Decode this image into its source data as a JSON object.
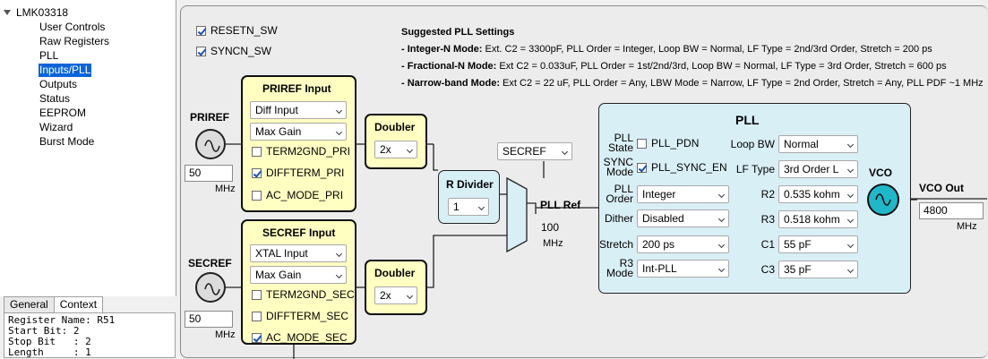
{
  "tree": {
    "root": "LMK03318",
    "items": [
      "User Controls",
      "Raw Registers",
      "PLL",
      "Inputs/PLL",
      "Outputs",
      "Status",
      "EEPROM",
      "Wizard",
      "Burst Mode"
    ],
    "selected": "Inputs/PLL"
  },
  "tabs": [
    "General",
    "Context"
  ],
  "context_lines": [
    "Register Name: R51",
    "Start Bit: 2",
    "Stop Bit   : 2",
    "Length     : 1"
  ],
  "top_checks": {
    "resetn": "RESETN_SW",
    "syncn": "SYNCN_SW"
  },
  "settings": {
    "title": "Suggested PLL Settings",
    "lines": [
      {
        "mode": "- Integer-N Mode:",
        "text": " Ext. C2 = 3300pF, PLL Order = Integer, Loop BW = Normal, LF Type = 2nd/3rd Order, Stretch = 200 ps"
      },
      {
        "mode": "- Fractional-N Mode:",
        "text": " Ext C2 = 0.033uF, PLL Order = 1st/2nd/3rd, Loop BW = Normal, LF Type = 3rd Order, Stretch = 600 ps"
      },
      {
        "mode": "- Narrow-band Mode:",
        "text": " Ext C2 = 22 uF, PLL Order = Any, LBW Mode = Narrow, LF Type = 2nd Order, Stretch = Any, PLL PDF ~1 MHz"
      }
    ]
  },
  "priref": {
    "label": "PRIREF",
    "title": "PRIREF Input",
    "freq": "50",
    "unit": "MHz",
    "type": "Diff Input",
    "gain": "Max Gain",
    "checks": [
      {
        "label": "TERM2GND_PRI",
        "checked": false
      },
      {
        "label": "DIFFTERM_PRI",
        "checked": true
      },
      {
        "label": "AC_MODE_PRI",
        "checked": false
      }
    ]
  },
  "secref": {
    "label": "SECREF",
    "title": "SECREF Input",
    "freq": "50",
    "unit": "MHz",
    "type": "XTAL Input",
    "gain": "Max Gain",
    "checks": [
      {
        "label": "TERM2GND_SEC",
        "checked": false
      },
      {
        "label": "DIFFTERM_SEC",
        "checked": false
      },
      {
        "label": "AC_MODE_SEC",
        "checked": true
      }
    ]
  },
  "doubler1": {
    "title": "Doubler",
    "value": "2x"
  },
  "doubler2": {
    "title": "Doubler",
    "value": "2x"
  },
  "rdivider": {
    "title": "R Divider",
    "value": "1"
  },
  "mux_select": "SECREF",
  "pll_ref": {
    "label": "PLL Ref",
    "value": "100",
    "unit": "MHz"
  },
  "pll": {
    "title": "PLL",
    "state_label": "PLL State",
    "pdn_label": "PLL_PDN",
    "sync_label": "SYNC Mode",
    "sync_en_label": "PLL_SYNC_EN",
    "order_label": "PLL Order",
    "order": "Integer",
    "dither_label": "Dither",
    "dither": "Disabled",
    "stretch_label": "Stretch",
    "stretch": "200 ps",
    "r3mode_label": "R3 Mode",
    "r3mode": "Int-PLL",
    "loopbw_label": "Loop BW",
    "loopbw": "Normal",
    "lftype_label": "LF Type",
    "lftype": "3rd Order L",
    "r2_label": "R2",
    "r2": "0.535 kohm",
    "r3_label": "R3",
    "r3": "0.518 kohm",
    "c1_label": "C1",
    "c1": "55 pF",
    "c3_label": "C3",
    "c3": "35 pF",
    "vco_label": "VCO"
  },
  "vco_out": {
    "label": "VCO Out",
    "value": "4800",
    "unit": "MHz"
  },
  "colors": {
    "selection": "#0a64d8",
    "input_block": "#ffffc2",
    "pll_block": "#d9eff6",
    "vco": "#1fb8c8",
    "annotation": "#e01010"
  }
}
